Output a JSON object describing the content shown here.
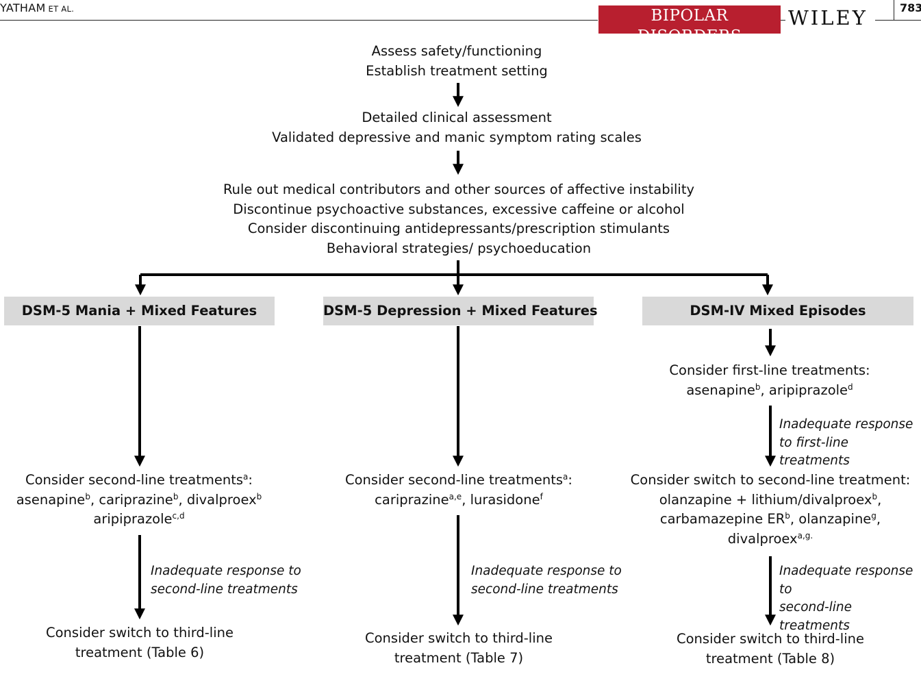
{
  "header": {
    "running_head_main": "YATHAM",
    "running_head_small": " ET AL.",
    "journal_title": "BIPOLAR DISORDERS",
    "journal_subtitle": "AN INTERNATIONAL JOURNAL OF PSYCHIATRY AND NEUROSCIENCES",
    "publisher": "WILEY",
    "page_number": "783"
  },
  "flowchart": {
    "step1": [
      "Assess safety/functioning",
      "Establish treatment setting"
    ],
    "step2": [
      "Detailed clinical assessment",
      "Validated depressive and manic symptom rating scales"
    ],
    "step3": [
      "Rule out medical contributors and other sources of affective instability",
      "Discontinue psychoactive substances, excessive caffeine or alcohol",
      "Consider discontinuing antidepressants/prescription stimulants",
      "Behavioral strategies/ psychoeducation"
    ],
    "columns": [
      {
        "header": "DSM-5 Mania + Mixed Features",
        "second_line_title": "Consider second-line treatments",
        "second_line_title_sup": "a",
        "second_line_title_suffix": ":",
        "second_line": [
          {
            "drug": "asenapine",
            "sup": "b",
            "sep": ", "
          },
          {
            "drug": "cariprazine",
            "sup": "b",
            "sep": ", "
          },
          {
            "drug": "divalproex",
            "sup": "b",
            "sep": ""
          },
          {
            "drug": "aripiprazole",
            "sup": "c,d",
            "sep": ""
          }
        ],
        "inadequate": [
          "Inadequate response to",
          "second-line treatments"
        ],
        "third_line": [
          "Consider switch to third-line",
          "treatment (Table 6)"
        ]
      },
      {
        "header": "DSM-5 Depression + Mixed Features",
        "second_line_title": "Consider second-line treatments",
        "second_line_title_sup": "a",
        "second_line_title_suffix": ":",
        "second_line": [
          {
            "drug": "cariprazine",
            "sup": "a,e",
            "sep": ", "
          },
          {
            "drug": "lurasidone",
            "sup": "f",
            "sep": ""
          }
        ],
        "inadequate": [
          "Inadequate response to",
          "second-line treatments"
        ],
        "third_line": [
          "Consider switch to third-line",
          "treatment (Table 7)"
        ]
      },
      {
        "header": "DSM-IV Mixed Episodes",
        "first_line_title": "Consider first-line treatments:",
        "first_line": [
          {
            "drug": "asenapine",
            "sup": "b",
            "sep": ", "
          },
          {
            "drug": "aripiprazole",
            "sup": "d",
            "sep": ""
          }
        ],
        "inadequate_first": [
          "Inadequate response",
          "to first-line treatments"
        ],
        "second_line_title": "Consider switch to second-line treatment:",
        "second_line": [
          {
            "drug": "olanzapine + lithium/divalproex",
            "sup": "b",
            "sep": ","
          },
          {
            "drug": "carbamazepine ER",
            "sup": "b",
            "sep": ", "
          },
          {
            "drug": "olanzapine",
            "sup": "g",
            "sep": ","
          },
          {
            "drug": "divalproex",
            "sup": "a,g.",
            "sep": ""
          }
        ],
        "inadequate": [
          "Inadequate response to",
          "second-line treatments"
        ],
        "third_line": [
          "Consider switch to third-line",
          "treatment (Table 8)"
        ]
      }
    ]
  }
}
